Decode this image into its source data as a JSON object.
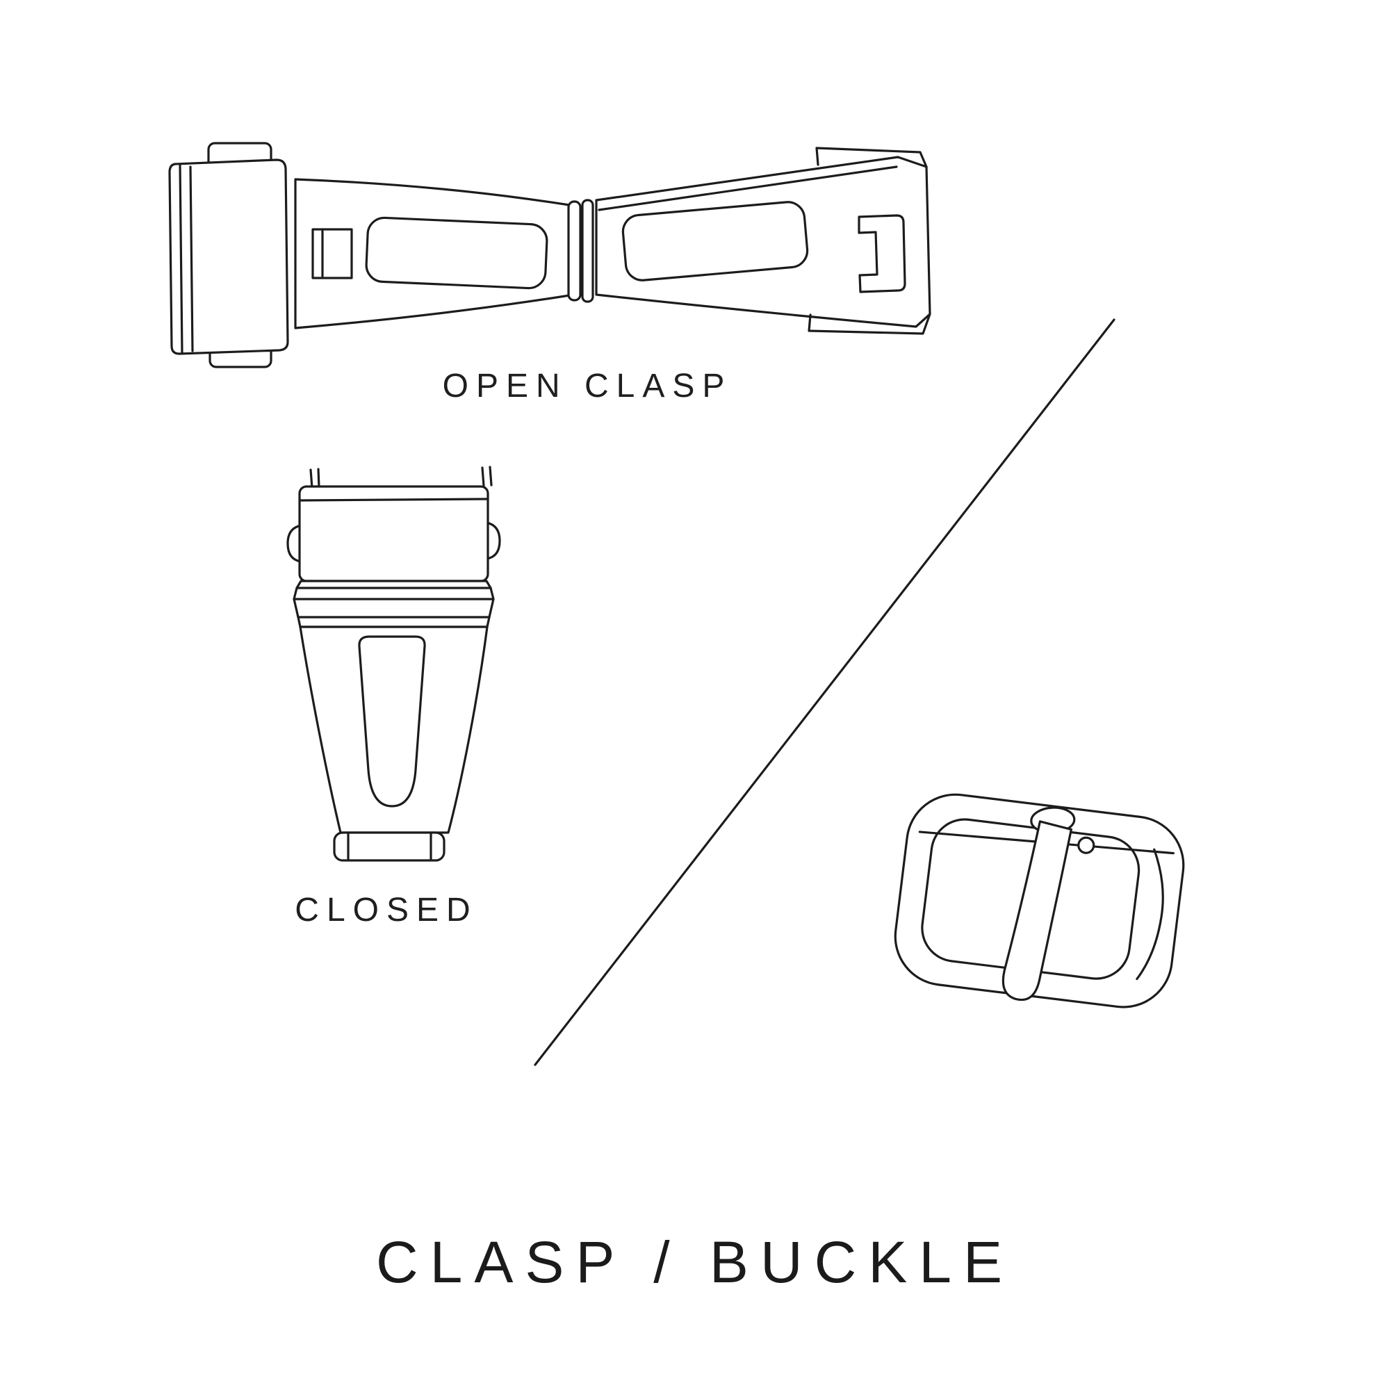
{
  "page": {
    "background_color": "#ffffff",
    "ink_color": "#1c1c1c",
    "text_color": "#1f1f1f"
  },
  "labels": {
    "open_clasp": "OPEN CLASP",
    "closed": "CLOSED"
  },
  "title": "CLASP / BUCKLE"
}
